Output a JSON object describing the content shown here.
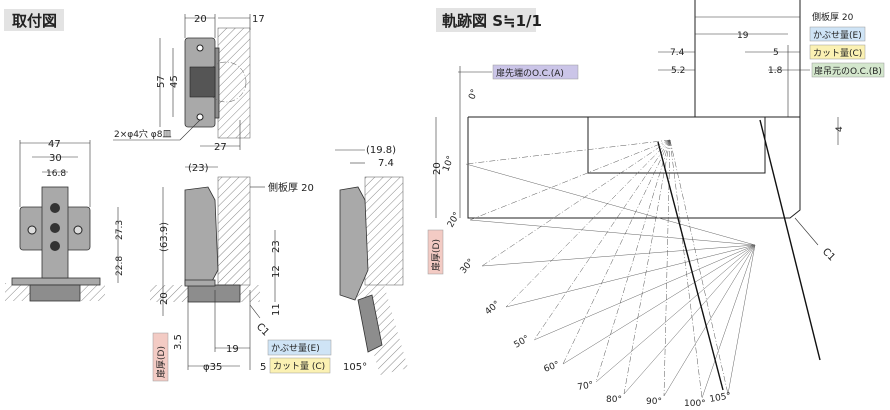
{
  "mounting": {
    "title": "取付図",
    "top_view": {
      "w20": "20",
      "w17": "17",
      "h57": "57",
      "h45": "45",
      "hole_note": "2×φ4穴 φ8皿",
      "w27": "27"
    },
    "front_view": {
      "w47": "47",
      "w30": "30",
      "w16_8": "16.8",
      "h27_3": "27.3",
      "h22_8": "22.8"
    },
    "side_view": {
      "w23": "(23)",
      "side_panel": "側板厚 20",
      "h63_9": "(63.9)",
      "h20": "20",
      "door_thickness": "扉厚(D)",
      "h3_5": "3.5",
      "h23": "23",
      "h12": "12",
      "h11": "11",
      "c1": "C1",
      "w19": "19",
      "overlay": "かぶせ量(E)",
      "phi35": "φ35",
      "w5": "5",
      "cut": "カット量 (C)"
    },
    "open_view": {
      "w19_8": "(19.8)",
      "w7_4": "7.4",
      "angle": "105°"
    }
  },
  "trajectory": {
    "title": "軌跡図 S≒1/1",
    "side_panel": "側板厚 20",
    "overlay": "かぶせ量(E)",
    "cut": "カット量(C)",
    "oc_b": "扉吊元のO.C.(B)",
    "oc_a": "扉先端のO.C.(A)",
    "d19": "19",
    "d5": "5",
    "d7_4": "7.4",
    "d5_2": "5.2",
    "d1_8": "1.8",
    "d4": "4",
    "d20": "20",
    "zero": "0°",
    "door_thickness": "扉厚(D)",
    "c1": "C1",
    "angles": [
      "10°",
      "20°",
      "30°",
      "40°",
      "50°",
      "60°",
      "70°",
      "80°",
      "90°",
      "100°",
      "105°"
    ]
  },
  "colors": {
    "overlay": "#cfe4f6",
    "cut": "#fbf1b3",
    "oc_a": "#cbc5e8",
    "oc_b": "#d4e7cd",
    "door": "#f3cbc4",
    "title_bg": "#e3e3e3"
  }
}
